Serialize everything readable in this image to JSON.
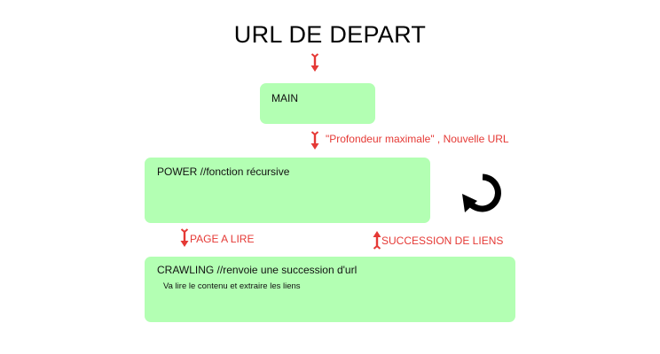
{
  "title": "URL DE DEPART",
  "nodes": {
    "main": {
      "label": "MAIN"
    },
    "power": {
      "label": "POWER //fonction récursive"
    },
    "crawling": {
      "label": "CRAWLING //renvoie une succession d'url",
      "sublabel": "Va lire le contenu et extraire les liens"
    }
  },
  "edges": {
    "start_to_main": {
      "label": ""
    },
    "main_to_power": {
      "label": "\"Profondeur maximale\" , Nouvelle URL"
    },
    "power_to_crawling": {
      "label": "PAGE A LIRE"
    },
    "crawling_to_power": {
      "label": "SUCCESSION DE LIENS"
    }
  },
  "colors": {
    "box_fill": "#b3ffb3",
    "arrow": "#e53935",
    "loop_icon": "#000000"
  },
  "icons": {
    "loop": "circular-arrow-icon"
  }
}
